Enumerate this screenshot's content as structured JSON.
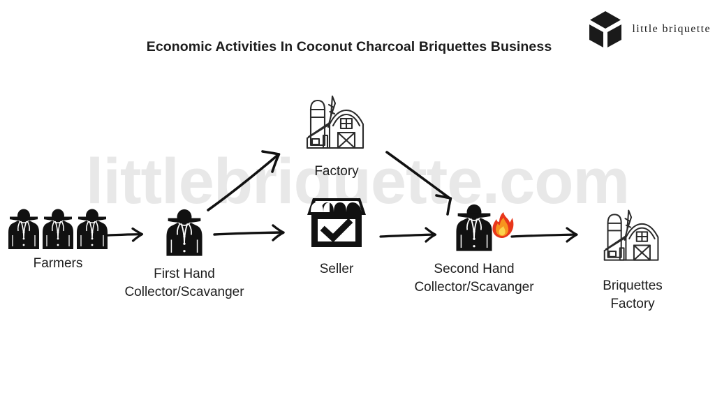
{
  "page": {
    "background_color": "#ffffff",
    "text_color": "#1c1c1c",
    "watermark_color": "#e8e8e8"
  },
  "title": "Economic Activities In Coconut Charcoal Briquettes Business",
  "watermark": {
    "text": "littlebriquette.com"
  },
  "logo": {
    "name": "little-briquette-logo",
    "text": "little  briquette",
    "mark_icon": "isometric-cube-icon",
    "color": "#1a1a1a"
  },
  "diagram": {
    "type": "flow",
    "nodes": [
      {
        "id": "farmers",
        "label": "Farmers",
        "icon": "three-farmers-icon"
      },
      {
        "id": "first-hand-collector",
        "label": "First Hand\nCollector/Scavanger",
        "icon": "farmer-silhouette-icon"
      },
      {
        "id": "factory",
        "label": "Factory",
        "icon": "barn-factory-icon"
      },
      {
        "id": "seller",
        "label": "Seller",
        "icon": "storefront-check-icon"
      },
      {
        "id": "second-hand-collector",
        "label": "Second Hand\nCollector/Scavanger",
        "icon": "farmer-silhouette-icon",
        "badge_icon": "fire-emoji-icon",
        "badge_colors": {
          "outer": "#e8361a",
          "mid": "#f7941e",
          "inner": "#fcd34d"
        }
      },
      {
        "id": "briquettes-factory",
        "label": "Briquettes\nFactory",
        "icon": "barn-factory-icon"
      }
    ],
    "edges": [
      {
        "from": "farmers",
        "to": "first-hand-collector",
        "style": "straight-arrow"
      },
      {
        "from": "first-hand-collector",
        "to": "factory",
        "style": "diagonal-up-arrow"
      },
      {
        "from": "first-hand-collector",
        "to": "seller",
        "style": "straight-arrow"
      },
      {
        "from": "factory",
        "to": "second-hand-collector",
        "style": "diagonal-down-arrow"
      },
      {
        "from": "seller",
        "to": "second-hand-collector",
        "style": "straight-arrow"
      },
      {
        "from": "second-hand-collector",
        "to": "briquettes-factory",
        "style": "straight-arrow"
      }
    ]
  }
}
